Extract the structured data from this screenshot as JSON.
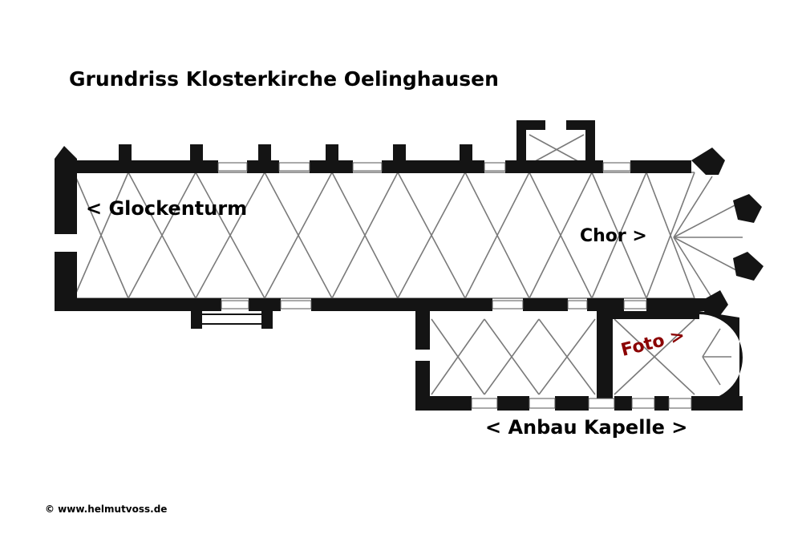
{
  "title": "Grundriss Klosterkirche Oelinghausen",
  "labels": {
    "glockenturm": "< Glockenturm",
    "chor": "Chor >",
    "anbau": "< Anbau Kapelle >",
    "foto": "Foto >"
  },
  "copyright": "© www.helmutvoss.de",
  "colors": {
    "wall": "#141414",
    "vault_lines": "#7a7a7a",
    "foto_label": "#8b0000"
  }
}
